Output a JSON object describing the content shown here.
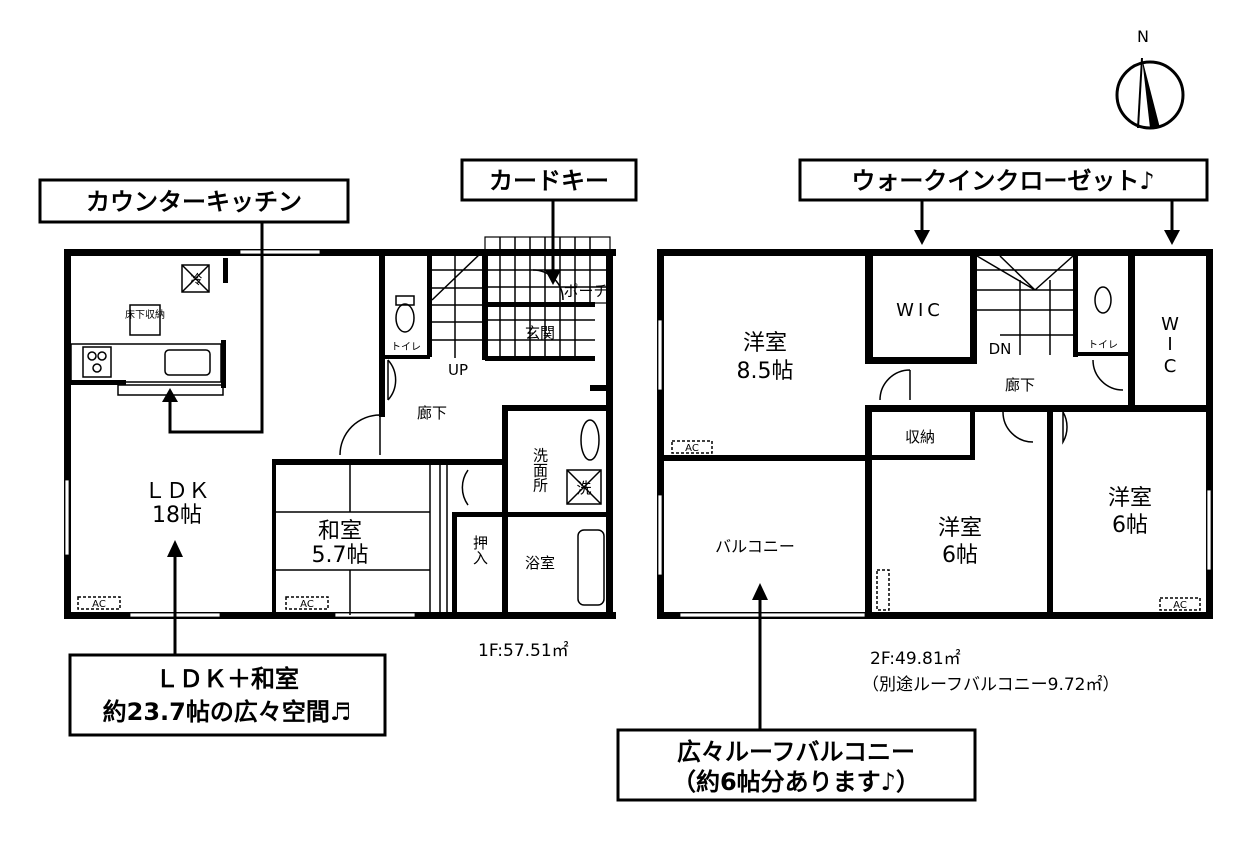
{
  "compass": {
    "label": "N"
  },
  "callouts": {
    "counter_kitchen": "カウンターキッチン",
    "card_key": "カードキー",
    "walk_in_closet": "ウォークインクローゼット♪",
    "ldk_washitsu_line1": "ＬＤＫ＋和室",
    "ldk_washitsu_line2": "約23.7帖の広々空間♬",
    "roof_balcony_line1": "広々ルーフバルコニー",
    "roof_balcony_line2": "（約6帖分あります♪）"
  },
  "floor1": {
    "area": "1F:57.51㎡",
    "rooms": {
      "ldk": "ＬＤＫ",
      "ldk_size": "18帖",
      "washitsu": "和室",
      "washitsu_size": "5.7帖",
      "toilet": "トイレ",
      "porch": "ポーチ",
      "genkan": "玄関",
      "up": "UP",
      "hallway": "廊下",
      "senmenjo": "洗面所",
      "bath": "浴室",
      "oshiire": "押入",
      "fridge": "冷",
      "underfloor": "床下収納",
      "washer": "洗",
      "ac": "AC"
    }
  },
  "floor2": {
    "area": "2F:49.81㎡",
    "note": "（別途ルーフバルコニー9.72㎡）",
    "rooms": {
      "western_a": "洋室",
      "western_a_size": "8.5帖",
      "wic": "WIC",
      "dn": "DN",
      "toilet": "トイレ",
      "hallway": "廊下",
      "storage": "収納",
      "balcony": "バルコニー",
      "western_b": "洋室",
      "western_b_size": "6帖",
      "western_c": "洋室",
      "western_c_size": "6帖",
      "wic2_w": "W",
      "wic2_i": "I",
      "wic2_c": "C",
      "ac": "AC"
    }
  }
}
